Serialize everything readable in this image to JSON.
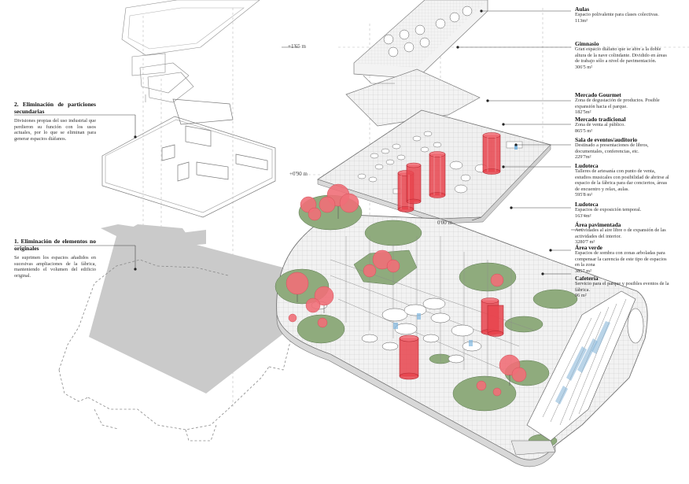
{
  "colors": {
    "red": "#e8444e",
    "pink_tree": "#ef6f78",
    "green": "#8aa778",
    "slab": "#f1f1f1",
    "grey_block": "#c9c9c9",
    "line": "#9a9a9a",
    "blue_accent": "#7fb7e0"
  },
  "left_notes": [
    {
      "title": "2. Eliminación de particiones secundarias",
      "desc": "Divisiones propias del uso industrial que perdieron su función con los usos actuales, por lo que se eliminan para generar espacios diáfanos."
    },
    {
      "title": "1. Eliminación de elementos no originales",
      "desc": "Se suprimen los espacios añadidos en sucesivas ampliaciones de la fábrica, manteniendo el volumen del edificio original."
    }
  ],
  "levels": [
    "+1'65 m",
    "+0'90 m",
    "0'00 m"
  ],
  "program": [
    {
      "title": "Aulas",
      "desc": "Espacio polivalente para clases colectivas.",
      "area": "113m²"
    },
    {
      "title": "Gimnasio",
      "desc": "Gran espacio diáfano que se abre a la doble altura de la nave colindante. Dividido en áreas de trabajo sólo a nivel de pavimentación.",
      "area": "306'5 m²"
    },
    {
      "title": "Mercado Gourmet",
      "desc": "Zona de degustación de productos. Posible expansión hacia el parque.",
      "area": "182'5m²"
    },
    {
      "title": "Mercado tradicional",
      "desc": "Zona de venta al público.",
      "area": "865'5 m²"
    },
    {
      "title": "Sala de eventos/auditorio",
      "desc": "Destinado a presentaciones de libros, documentales, conferencias, etc.",
      "area": "229'7m²"
    },
    {
      "title": "Ludoteca",
      "desc": "Talleres de artesanía con punto de venta, estudios musicales con posibilidad de abrirse al espacio de la fábrica para dar conciertos, áreas de encuentro y relax, aulas.",
      "area": "595'8 m²"
    },
    {
      "title": "Ludoteca",
      "desc": "Espacios de exposición temporal.",
      "area": "163'4m²"
    },
    {
      "title": "Área pavimentada",
      "desc": "Actividades al aire libre o de expansión de las actividades del interior.",
      "area": "3280'7 m²"
    },
    {
      "title": "Área verde",
      "desc": "Espacios de sombra con zonas arboladas para compensar la carencia de este tipo de espacios en la zona",
      "area": "3857 m²"
    },
    {
      "title": "Cafetería",
      "desc": "Servicio para el parque y posibles eventos de la fábrica.",
      "area": "96 m²"
    }
  ]
}
